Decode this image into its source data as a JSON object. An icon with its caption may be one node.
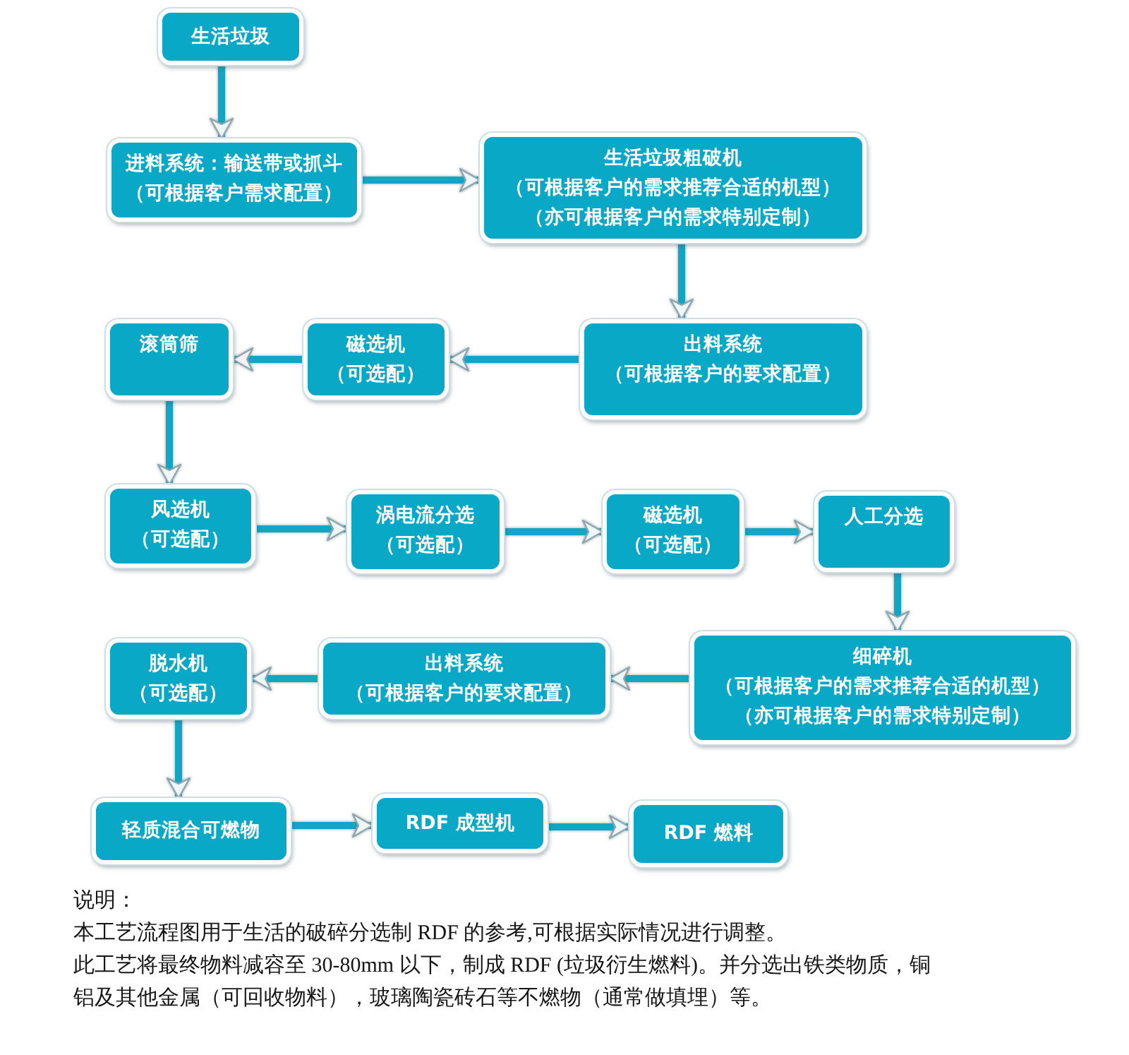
{
  "diagram": {
    "nodes": [
      {
        "text": [
          "生活垃圾"
        ]
      },
      {
        "text": [
          "进料系统：输送带或抓斗",
          "（可根据客户需求配置）"
        ]
      },
      {
        "text": [
          "生活垃圾粗破机",
          "（可根据客户的需求推荐合适的机型）",
          "（亦可根据客户的需求特别定制）"
        ]
      },
      {
        "text": [
          "出料系统",
          "（可根据客户的要求配置）"
        ]
      },
      {
        "text": [
          "磁选机",
          "（可选配）"
        ]
      },
      {
        "text": [
          "滚筒筛"
        ]
      },
      {
        "text": [
          "风选机",
          "（可选配）"
        ]
      },
      {
        "text": [
          "涡电流分选",
          "（可选配）"
        ]
      },
      {
        "text": [
          "磁选机",
          "（可选配）"
        ]
      },
      {
        "text": [
          "人工分选"
        ]
      },
      {
        "text": [
          "细碎机",
          "（可根据客户的需求推荐合适的机型）",
          "（亦可根据客户的需求特别定制）"
        ]
      },
      {
        "text": [
          "出料系统",
          "（可根据客户的要求配置）"
        ]
      },
      {
        "text": [
          "脱水机",
          "（可选配）"
        ]
      },
      {
        "text": [
          "轻质混合可燃物"
        ]
      },
      {
        "text": [
          "RDF 成型机"
        ]
      },
      {
        "text": [
          "RDF 燃料"
        ]
      }
    ],
    "edges": [
      {
        "from": 0,
        "to": 1,
        "arrow": "to"
      },
      {
        "from": 1,
        "to": 2,
        "arrow": "to"
      },
      {
        "from": 2,
        "to": 3,
        "arrow": "to"
      },
      {
        "from": 3,
        "to": 4,
        "arrow": "to"
      },
      {
        "from": 4,
        "to": 5,
        "arrow": "to"
      },
      {
        "from": 5,
        "to": 6,
        "arrow": "to"
      },
      {
        "from": 6,
        "to": 7,
        "arrow": "to"
      },
      {
        "from": 7,
        "to": 8,
        "arrow": "to"
      },
      {
        "from": 8,
        "to": 9,
        "arrow": "to"
      },
      {
        "from": 9,
        "to": 10,
        "arrow": "to"
      },
      {
        "from": 10,
        "to": 11,
        "arrow": "to"
      },
      {
        "from": 11,
        "to": 12,
        "arrow": "to"
      },
      {
        "from": 12,
        "to": 13,
        "arrow": "to"
      },
      {
        "from": 13,
        "to": 14,
        "arrow": "to"
      },
      {
        "from": 14,
        "to": 15,
        "arrow": "to"
      }
    ],
    "labels": [
      "说明：",
      "本工艺流程图用于生活的破碎分选制 RDF 的参考,可根据实际情况进行调整。",
      "此工艺将最终物料减容至 30-80mm 以下，制成 RDF (垃圾衍生燃料)。并分选出铁类物质，铜铝及其他金属（可回收物料），玻璃陶瓷砖石等不燃物（通常做填埋）等。"
    ]
  }
}
